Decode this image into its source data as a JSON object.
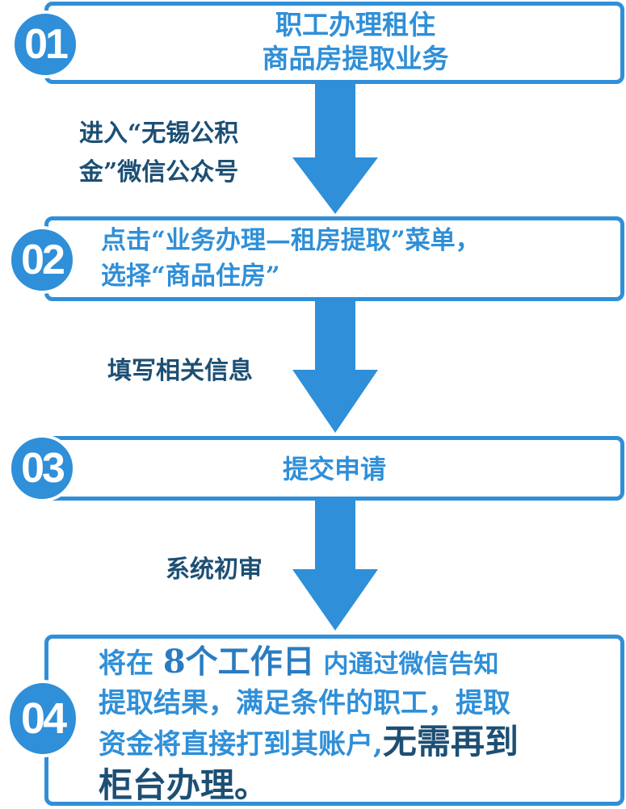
{
  "steps": [
    {
      "number": "01",
      "text_lines": [
        "职工办理租住",
        "商品房提取业务"
      ]
    },
    {
      "number": "02",
      "text_lines": [
        "点击“业务办理—租房提取”菜单，",
        "选择“商品住房”"
      ]
    },
    {
      "number": "03",
      "text_lines": [
        "提交申请"
      ]
    },
    {
      "number": "04",
      "parts": {
        "a": "将在 ",
        "b": "8个工作日",
        "c": " 内通过微信告知",
        "line2": "提取结果，满足条件的职工，提取",
        "line3a": "资金将直接打到其账户,",
        "line3b": "无需再到",
        "line4": "柜台办理。"
      }
    }
  ],
  "arrows": [
    {
      "label_lines": [
        "进入“无锡公积",
        "金”微信公众号"
      ]
    },
    {
      "label_lines": [
        "填写相关信息"
      ]
    },
    {
      "label_lines": [
        "系统初审"
      ]
    }
  ],
  "colors": {
    "accent": "#2f8fd8",
    "dark_text": "#1d4f74"
  }
}
